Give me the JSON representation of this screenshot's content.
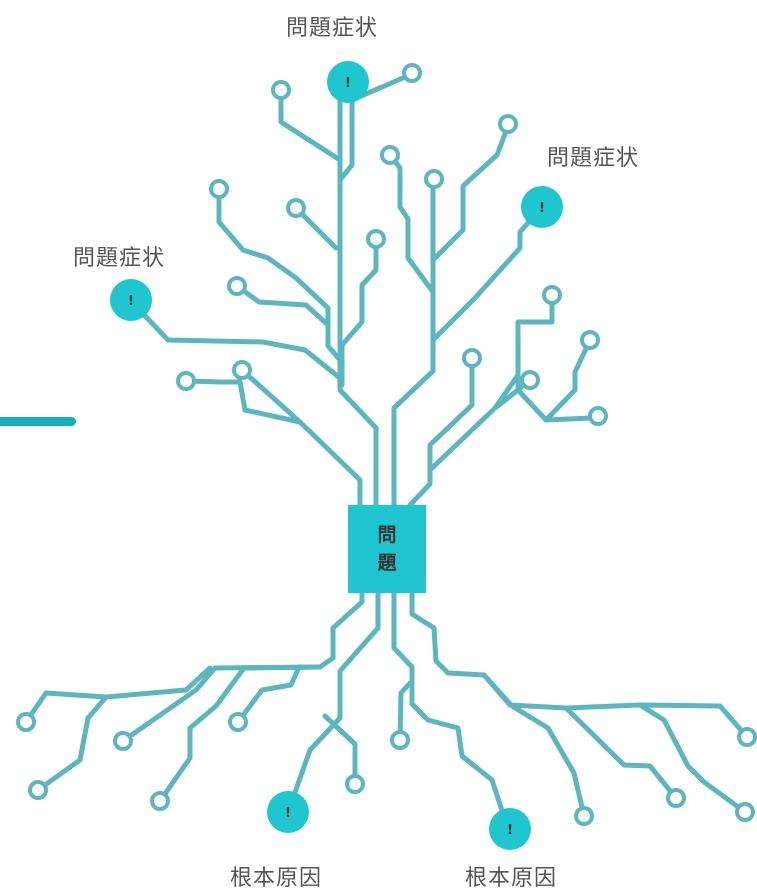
{
  "colors": {
    "branch": "#5cb6bf",
    "accent": "#1fc5cf",
    "side_bar": "#13b1bb",
    "label_text": "#555555"
  },
  "center_node": {
    "char1": "問",
    "char2": "題"
  },
  "symptoms": [
    {
      "label": "問題症状"
    },
    {
      "label": "問題症状"
    },
    {
      "label": "問題症状"
    }
  ],
  "root_causes": [
    {
      "label": "根本原因"
    },
    {
      "label": "根本原因"
    }
  ],
  "marker_glyph": "!"
}
